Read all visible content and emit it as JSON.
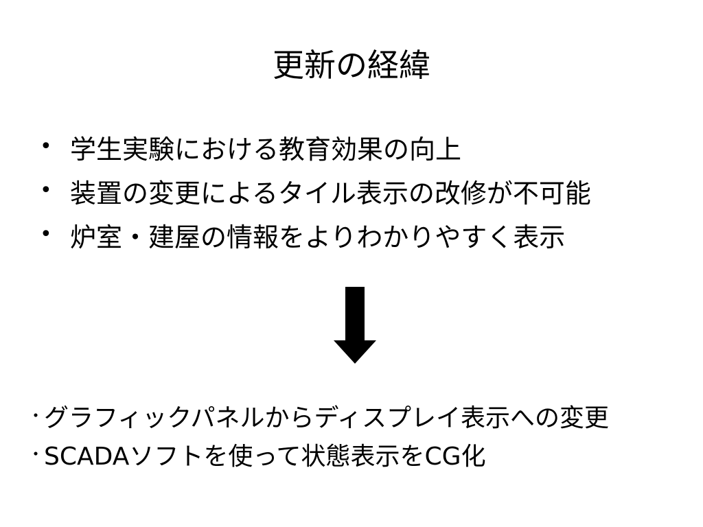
{
  "slide": {
    "title": "更新の経緯",
    "bullet_symbol": "•",
    "bullets": [
      "学生実験における教育効果の向上",
      "装置の変更によるタイル表示の改修が不可能",
      "炉室・建屋の情報をよりわかりやすく表示"
    ],
    "arrow_icon": "down-arrow-icon",
    "note_symbol": "・",
    "notes": [
      "グラフィックパネルからディスプレイ表示への変更",
      "SCADAソフトを使って状態表示をCG化"
    ]
  },
  "colors": {
    "background": "#ffffff",
    "text": "#000000",
    "arrow": "#000000"
  }
}
